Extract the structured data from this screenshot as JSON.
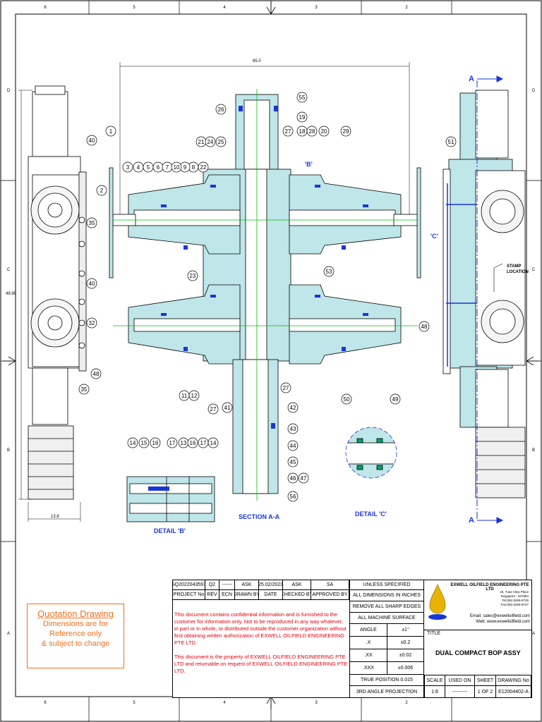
{
  "border_zones": {
    "top": [
      "6",
      "5",
      "4",
      "3",
      "2"
    ],
    "left": [
      "D",
      "C",
      "B",
      "A"
    ],
    "right": [
      "D",
      "C",
      "B",
      "A"
    ]
  },
  "dimensions": {
    "overall_width": "65.0",
    "height": "49.90",
    "side_width": "13.8"
  },
  "views": {
    "section": "SECTION A-A",
    "detail_b": "DETAIL 'B'",
    "detail_c": "DETAIL 'C'",
    "ref_b": "'B'",
    "ref_c": "'C'",
    "section_mark": "A",
    "stamp": "STAMP\nLOCATION"
  },
  "balloons": [
    "1",
    "2",
    "3",
    "4",
    "5",
    "6",
    "7",
    "8",
    "9",
    "10",
    "11",
    "12",
    "13",
    "14",
    "15",
    "16",
    "17",
    "18",
    "19",
    "20",
    "21",
    "22",
    "23",
    "24",
    "25",
    "26",
    "27",
    "28",
    "29",
    "32",
    "35",
    "40",
    "41",
    "42",
    "43",
    "44",
    "45",
    "46",
    "47",
    "48",
    "49",
    "50",
    "51",
    "53",
    "55",
    "56"
  ],
  "quote": {
    "title": "Quotation Drawing",
    "line1": "Dimensions are for",
    "line2": "Reference only",
    "line3": "& subject to change"
  },
  "titleblock": {
    "row1": [
      "SQ2022043597",
      "Q2",
      "------",
      "ASK",
      "25.02/2023",
      "ASK",
      "SA"
    ],
    "row2": [
      "PROJECT No",
      "REV",
      "ECN",
      "DRAWN BY",
      "DATE",
      "CHECKED BY",
      "APPROVED BY"
    ],
    "conf1": "This document contains confidential information and is furnished to the customer for information only. Not to be reproduced in any way whatever, in part or in whole, or distributed outside the customer organization without first obtaining written authorization of EXWELL OILFIELD ENGINEERING PTE LTD.",
    "conf2": "This document is the property of EXWELL OILFIELD ENGINEERING PTE LTD and returnable on request of EXWELL OILFIELD ENGINEERING PTE LTD.",
    "unless": "UNLESS SPECIFIED",
    "all_dims": "ALL DIMENSIONS IN INCHES",
    "remove": "REMOVE ALL SHARP EDGES",
    "machine": "ALL MACHINE SURFACE",
    "tol_rows": [
      [
        "ANGLE",
        "±1°"
      ],
      [
        ".X",
        "±0.2"
      ],
      [
        ".XX",
        "±0.02"
      ],
      [
        ".XXX",
        "±0.006"
      ]
    ],
    "true_pos": "TRUE POSITION 0.015",
    "projection": "3RD ANGLE PROJECTION",
    "company": "EXWELL OILFIELD ENGINEERING PTE LTD",
    "address": [
      "18, Tuas View Place",
      "Singapore - 637864",
      "Tel:(65) 6265-9726",
      "Fax:(65) 6265-9727"
    ],
    "email": "Email: sales@exwelloilfield.com",
    "web": "Web: www.exwelloilfield.com",
    "title_label": "TITLE",
    "title": "DUAL COMPACT BOP ASSY",
    "heads": [
      "SCALE",
      "USED ON",
      "SHEET",
      "DRAWING No"
    ],
    "vals": [
      "1:8",
      "---------",
      "1 OF 2",
      "E12004402-A"
    ]
  }
}
